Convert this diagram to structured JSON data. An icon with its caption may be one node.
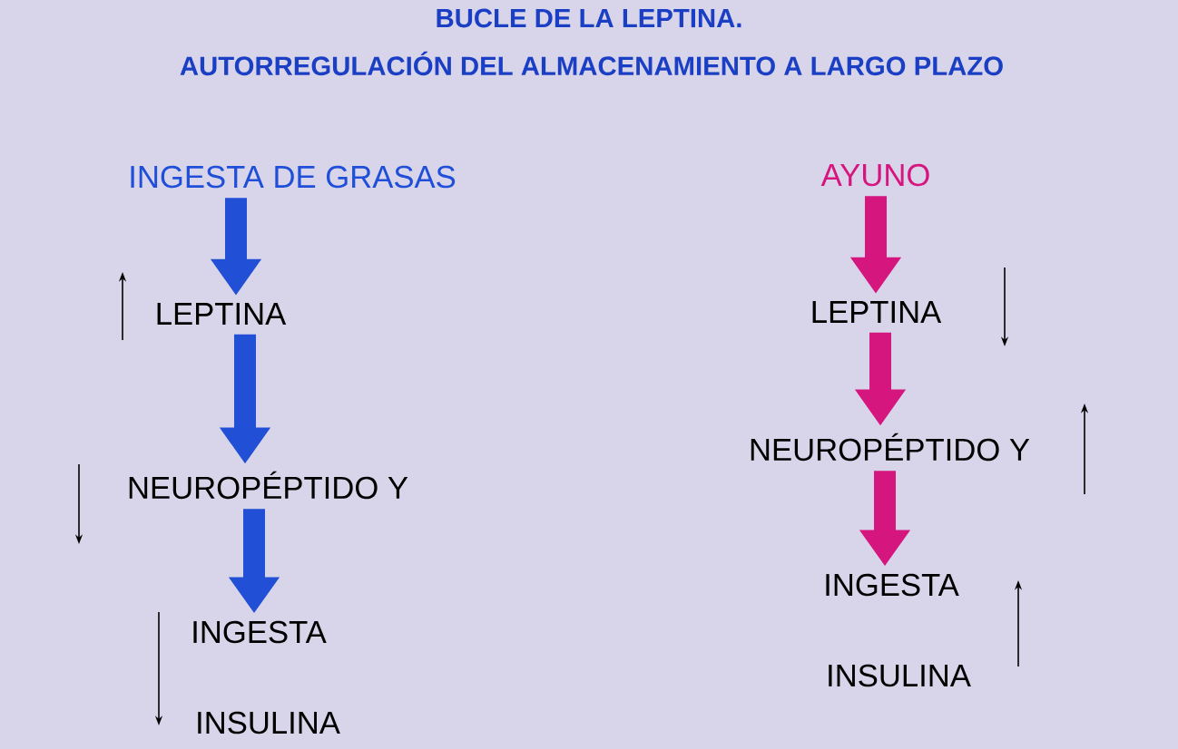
{
  "diagram": {
    "title": "BUCLE DE LA LEPTINA.",
    "nodes": [
      {
        "text": [
          "INGESTA DE GRASAS"
        ]
      },
      {
        "text": [
          "LEPTINA"
        ]
      },
      {
        "text": [
          "NEUROPÉPTIDO Y"
        ]
      },
      {
        "text": [
          "INGESTA"
        ]
      },
      {
        "text": [
          "INSULINA"
        ]
      },
      {
        "text": [
          "AYUNO"
        ]
      },
      {
        "text": [
          "LEPTINA"
        ]
      },
      {
        "text": [
          "NEUROPÉPTIDO Y"
        ]
      },
      {
        "text": [
          "INGESTA"
        ]
      },
      {
        "text": [
          "INSULINA"
        ]
      }
    ],
    "edges": [
      {
        "from": 0,
        "to": 1,
        "arrow": "to",
        "color": "#2150d6"
      },
      {
        "from": 1,
        "to": 2,
        "arrow": "to",
        "color": "#2150d6"
      },
      {
        "from": 2,
        "to": 3,
        "arrow": "to",
        "color": "#2150d6"
      },
      {
        "from": 5,
        "to": 6,
        "arrow": "to",
        "color": "#d6167f"
      },
      {
        "from": 6,
        "to": 7,
        "arrow": "to",
        "color": "#d6167f"
      },
      {
        "from": 7,
        "to": 8,
        "arrow": "to",
        "color": "#d6167f"
      }
    ],
    "labels": [
      "AUTORREGULACIÓN DEL ALMACENAMIENTO A LARGO PLAZO"
    ]
  }
}
